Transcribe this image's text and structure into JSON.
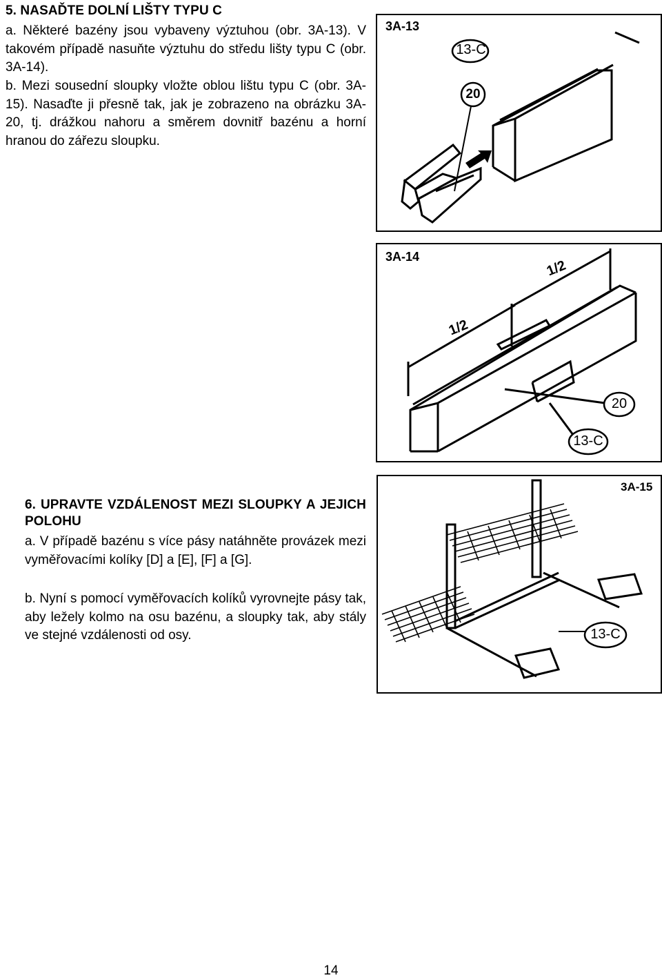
{
  "section5": {
    "heading": "5. NASAĎTE DOLNÍ LIŠTY TYPU C",
    "item_a": "a. Některé bazény jsou vybaveny výztuhou (obr. 3A-13). V takovém případě nasuňte výztuhu do středu lišty typu C (obr. 3A-14).",
    "item_b": "b. Mezi sousední sloupky vložte oblou lištu typu C (obr. 3A-15). Nasaďte ji přesně tak, jak je zobrazeno na obrázku 3A-20, tj. drážkou nahoru a směrem dovnitř bazénu a horní hranou do zářezu sloupku."
  },
  "section6": {
    "heading": "6. UPRAVTE VZDÁLENOST MEZI SLOUPKY A JEJICH POLOHU",
    "item_a": "a. V případě bazénu s více pásy natáhněte provázek mezi vyměřovacími kolíky [D] a [E], [F] a [G].",
    "item_b": "b. Nyní s pomocí vyměřovacích kolíků vyrovnejte pásy tak, aby ležely kolmo na osu bazénu, a sloupky tak, aby stály ve stejné vzdálenosti od osy."
  },
  "figure_3a13": {
    "label": "3A-13",
    "callout_top": "13-C",
    "callout_circle": "20"
  },
  "figure_3a14": {
    "label": "3A-14",
    "half_upper": "1/2",
    "half_lower": "1/2",
    "callout_circle": "20",
    "callout_bottom": "13-C"
  },
  "figure_3a15": {
    "label": "3A-15",
    "callout": "13-C"
  },
  "page_number": "14"
}
